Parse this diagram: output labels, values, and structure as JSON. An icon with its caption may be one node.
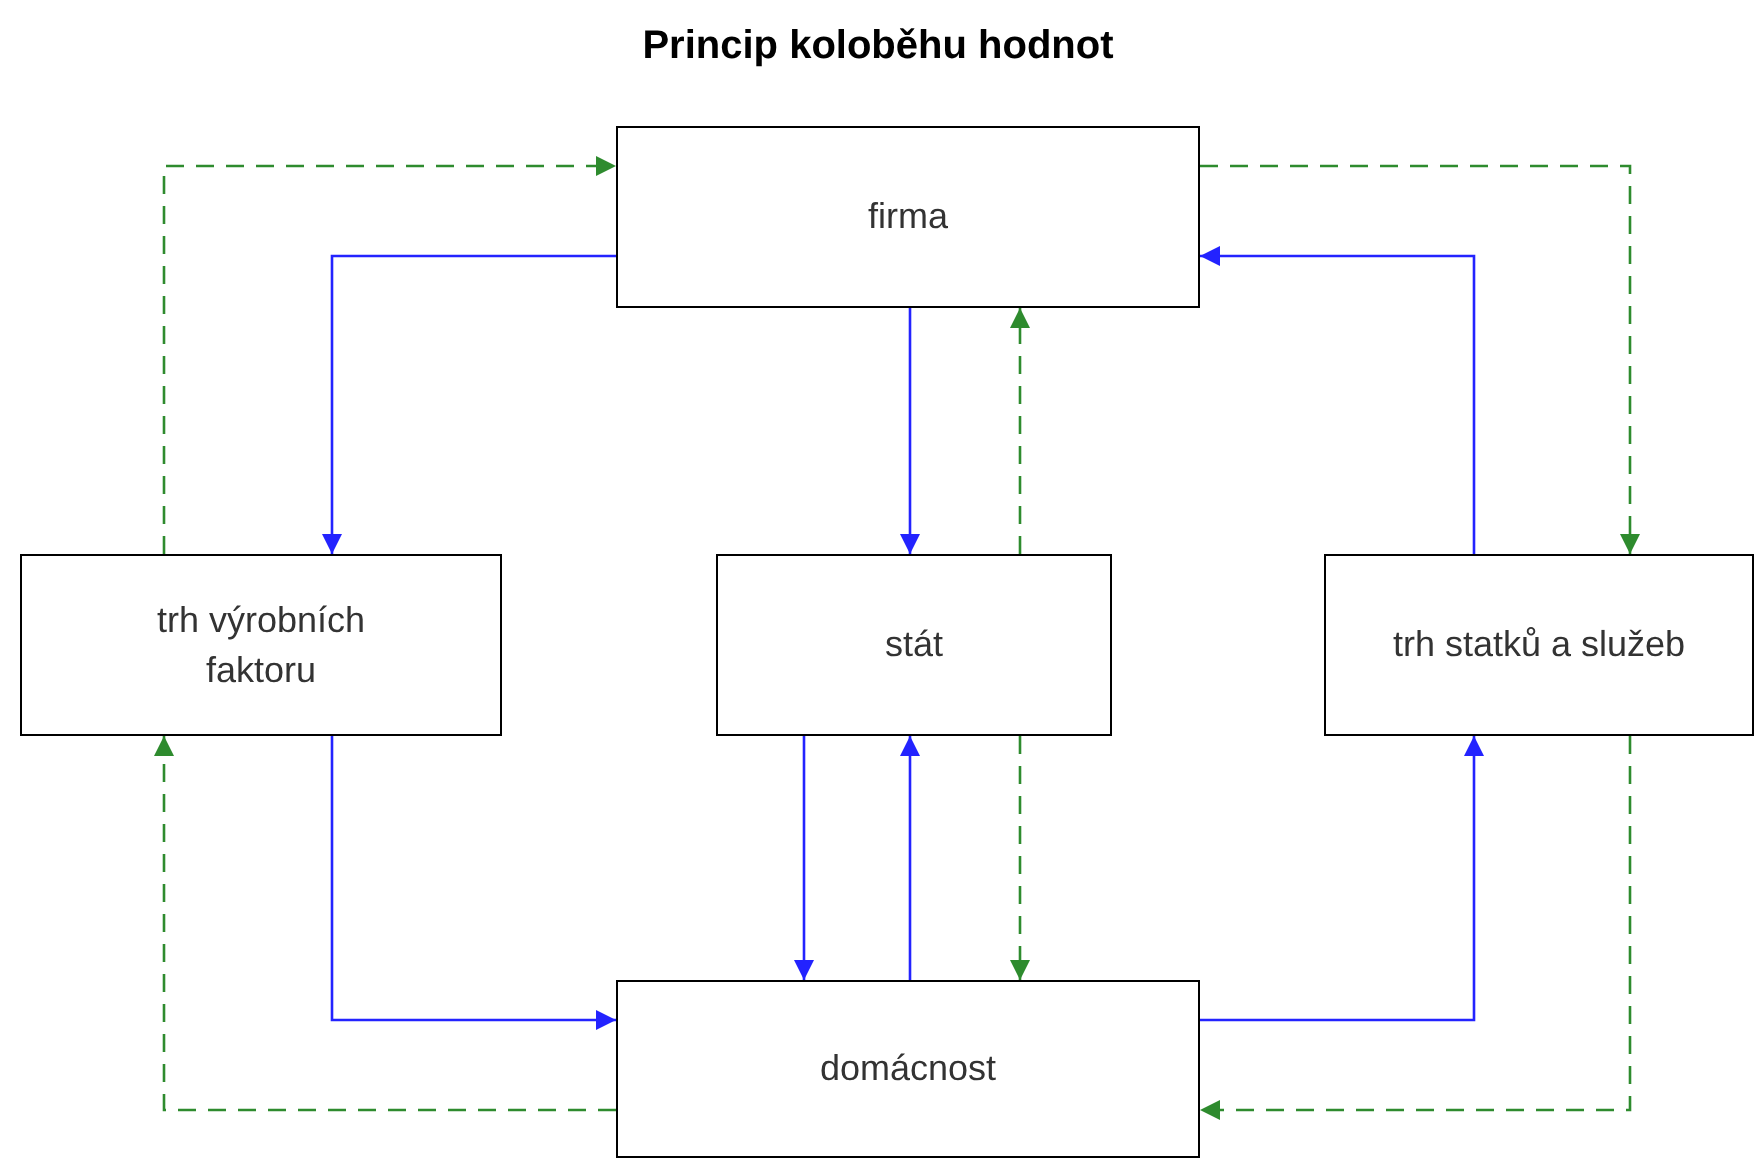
{
  "diagram": {
    "title": "Princip koloběhu hodnot",
    "nodes": [
      {
        "text": [
          "firma"
        ]
      },
      {
        "text": [
          "trh výrobních faktoru"
        ]
      },
      {
        "text": [
          "stát"
        ]
      },
      {
        "text": [
          "trh statků a služeb"
        ]
      },
      {
        "text": [
          "domácnost"
        ]
      }
    ],
    "edges": [
      {
        "from": 0,
        "to": 1,
        "arrow": "to"
      },
      {
        "from": 1,
        "to": 4,
        "arrow": "to"
      },
      {
        "from": 0,
        "to": 2,
        "arrow": "to"
      },
      {
        "from": 2,
        "to": 4,
        "arrow": "to"
      },
      {
        "from": 4,
        "to": 2,
        "arrow": "to"
      },
      {
        "from": 4,
        "to": 3,
        "arrow": "to"
      },
      {
        "from": 3,
        "to": 0,
        "arrow": "to"
      },
      {
        "from": 1,
        "to": 0,
        "arrow": "to",
        "style": "dashed",
        "color": "#2e8b2e"
      },
      {
        "from": 4,
        "to": 1,
        "arrow": "to",
        "style": "dashed",
        "color": "#2e8b2e"
      },
      {
        "from": 2,
        "to": 0,
        "arrow": "to",
        "style": "dashed",
        "color": "#2e8b2e"
      },
      {
        "from": 2,
        "to": 4,
        "arrow": "to",
        "style": "dashed",
        "color": "#2e8b2e"
      },
      {
        "from": 0,
        "to": 3,
        "arrow": "to",
        "style": "dashed",
        "color": "#2e8b2e"
      },
      {
        "from": 3,
        "to": 4,
        "arrow": "to",
        "style": "dashed",
        "color": "#2e8b2e"
      }
    ]
  }
}
